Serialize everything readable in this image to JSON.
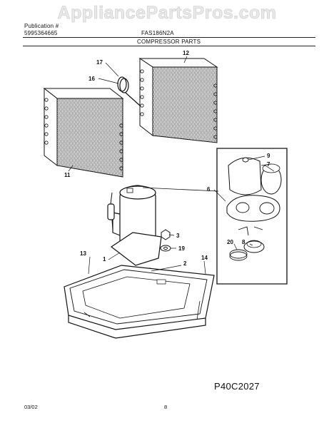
{
  "watermark": "AppliancePartsPros.com",
  "header": {
    "left_line1": "Publication #",
    "left_line2": "5995364665",
    "center_line1": "FAS186N2A",
    "section_title": "COMPRESSOR PARTS"
  },
  "callouts": [
    "17",
    "12",
    "16",
    "9",
    "7",
    "11",
    "6",
    "3",
    "13",
    "1",
    "19",
    "2",
    "14",
    "20",
    "8"
  ],
  "figure_code": "P40C2027",
  "footer": {
    "date": "03/02",
    "page": "8"
  },
  "colors": {
    "line": "#111111",
    "watermark_fill": "#e9e9e9",
    "background": "#ffffff"
  }
}
